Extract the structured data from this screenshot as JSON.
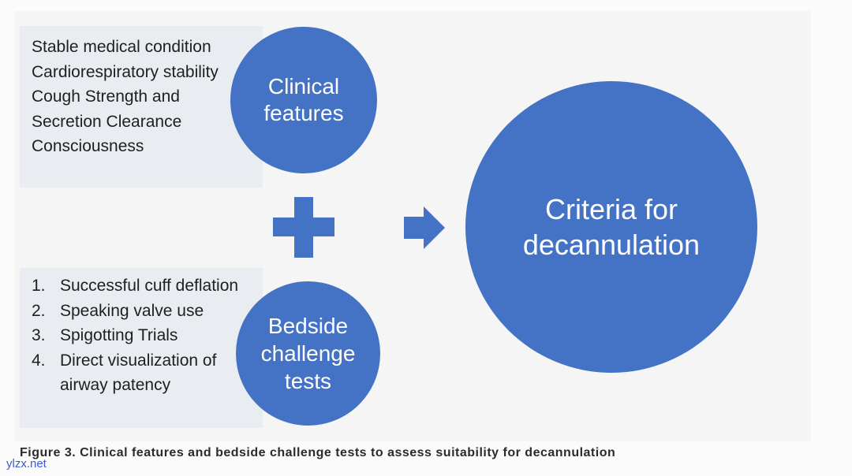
{
  "clinical_features": {
    "items": [
      "Stable medical condition",
      "Cardiorespiratory stability",
      "Cough Strength and",
      "Secretion Clearance",
      "Consciousness"
    ],
    "circle_lines": [
      "Clinical",
      "features"
    ]
  },
  "bedside_tests": {
    "items": [
      {
        "num": "1.",
        "lines": [
          "Successful cuff deflation"
        ]
      },
      {
        "num": "2.",
        "lines": [
          "Speaking valve use"
        ]
      },
      {
        "num": "3.",
        "lines": [
          "Spigotting Trials"
        ]
      },
      {
        "num": "4.",
        "lines": [
          "Direct visualization of",
          "airway patency"
        ]
      }
    ],
    "circle_lines": [
      "Bedside",
      "challenge",
      "tests"
    ]
  },
  "result": {
    "circle_lines": [
      "Criteria for",
      "decannulation"
    ]
  },
  "icons": {
    "combine": "plus-icon",
    "leads_to": "arrow-right-icon"
  },
  "caption": "Figure 3. Clinical features and bedside challenge tests to assess suitability for decannulation",
  "watermark": "ylzx.net",
  "colors": {
    "accent": "#4472c4",
    "panel": "#e9ecf1",
    "text": "#1f1f1f",
    "caption": "#2b2b2b",
    "watermark": "#3b5bd6"
  }
}
